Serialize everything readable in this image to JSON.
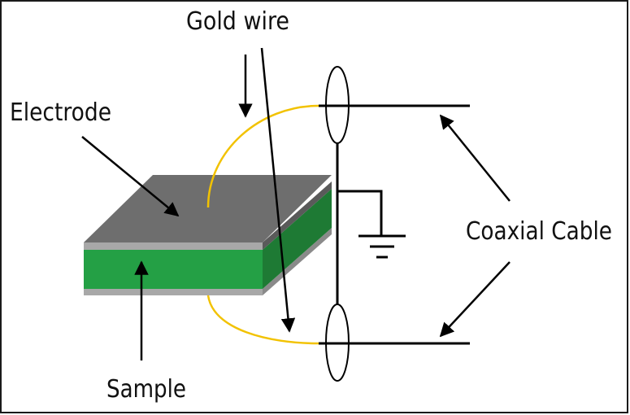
{
  "labels": {
    "gold_wire": "Gold wire",
    "electrode": "Electrode",
    "sample": "Sample",
    "coaxial_cable": "Coaxial Cable"
  },
  "colors": {
    "border": "#1a1a1a",
    "electrode_top": "#6e6e6e",
    "electrode_side": "#5a5a5a",
    "electrode_edge": "#a8a8a8",
    "sample_front": "#24a045",
    "sample_side": "#1e7a34",
    "gold_wire": "#f2c200",
    "line": "#000000"
  }
}
